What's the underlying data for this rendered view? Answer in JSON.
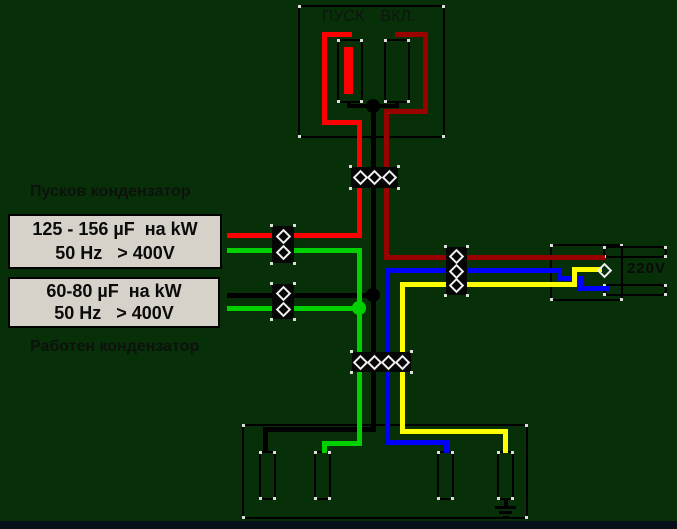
{
  "switch_panel": {
    "start_label": "ПУСК",
    "run_label": "ВКЛ."
  },
  "start_capacitor": {
    "caption": "Пусков кондензатор",
    "rating_line1": "125 - 156 µF  на kW",
    "rating_line2": "50 Hz   > 400V"
  },
  "run_capacitor": {
    "caption": "Работен кондензатор",
    "rating_line1": "60-80 µF  на kW",
    "rating_line2": "50 Hz   > 400V"
  },
  "mains": {
    "voltage": "220V"
  },
  "colors": {
    "background": "#073008",
    "wire_start_red": "#ff0000",
    "wire_run_dark_red": "#990000",
    "wire_green": "#00d000",
    "wire_neutral_black": "#000000",
    "wire_blue": "#0000ff",
    "wire_ground_yellow": "#ffff00",
    "spec_box_bg": "#d6d2ca"
  }
}
